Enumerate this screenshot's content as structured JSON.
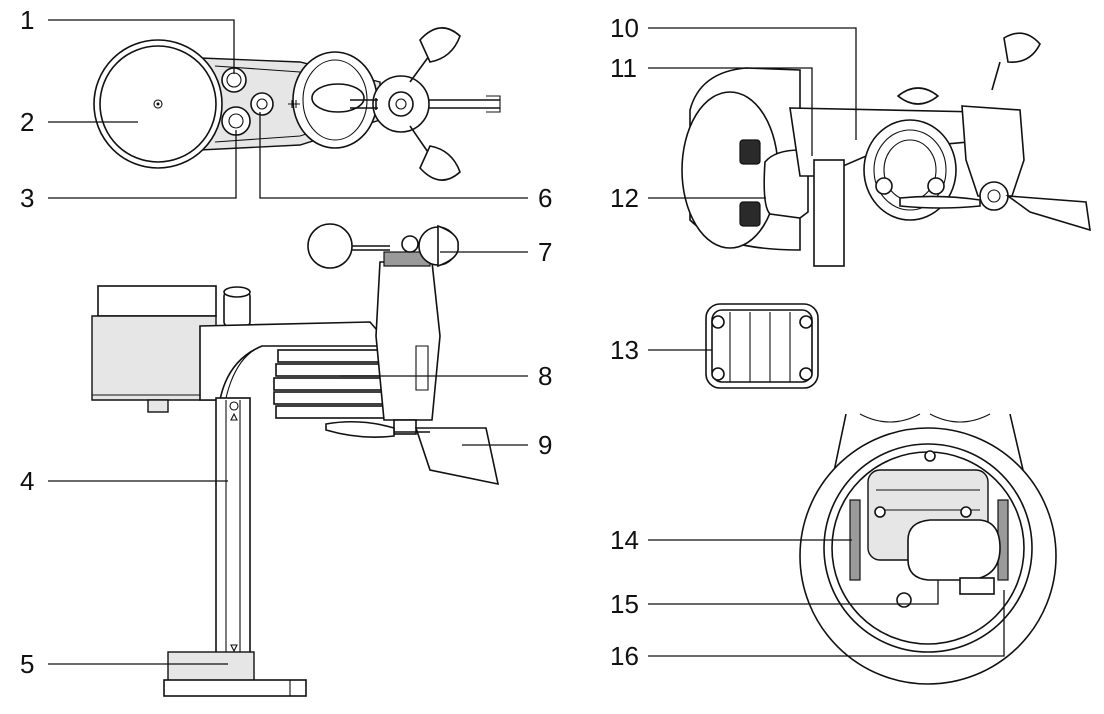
{
  "callouts": {
    "c1": "1",
    "c2": "2",
    "c3": "3",
    "c4": "4",
    "c5": "5",
    "c6": "6",
    "c7": "7",
    "c8": "8",
    "c9": "9",
    "c10": "10",
    "c11": "11",
    "c12": "12",
    "c13": "13",
    "c14": "14",
    "c15": "15",
    "c16": "16"
  },
  "colors": {
    "ink": "#111111",
    "background": "#ffffff",
    "light_gray": "#e6e6e6",
    "mid_gray": "#cfcfcf",
    "dark_gray": "#9a9a9a"
  }
}
